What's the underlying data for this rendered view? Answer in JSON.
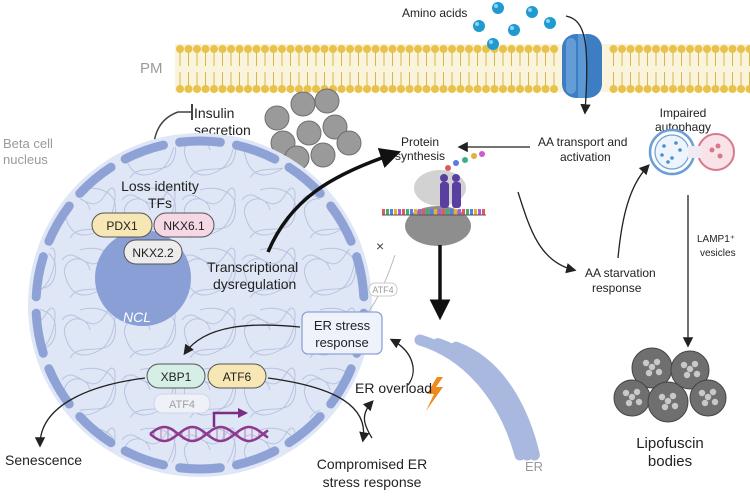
{
  "labels": {
    "amino_acids": "Amino acids",
    "pm": "PM",
    "insulin_line1": "Insulin",
    "insulin_line2": "secretion",
    "beta_line1": "Beta cell",
    "beta_line2": "nucleus",
    "loss_line1": "Loss identity",
    "loss_line2": "TFs",
    "ncl": "NCL",
    "transcr_line1": "Transcriptional",
    "transcr_line2": "dysregulation",
    "protein_line1": "Protein",
    "protein_line2": "synthesis",
    "aa_transport_line1": "AA transport and",
    "aa_transport_line2": "activation",
    "impaired_line1": "Impaired",
    "impaired_line2": "autophagy",
    "aa_starv_line1": "AA starvation",
    "aa_starv_line2": "response",
    "lamp1_line1": "LAMP1⁺",
    "lamp1_line2": "vesicles",
    "lipo_line1": "Lipofuscin",
    "lipo_line2": "bodies",
    "er_stress_line1": "ER stress",
    "er_stress_line2": "response",
    "atf4_top": "ATF4",
    "er_overload": "ER overload",
    "er": "ER",
    "compromised_line1": "Compromised ER",
    "compromised_line2": "stress response",
    "senescence": "Senescence",
    "atf4_nucleus": "ATF4"
  },
  "tfs": {
    "pdx1": "PDX1",
    "nkx61": "NKX6.1",
    "nkx22": "NKX2.2",
    "xbp1": "XBP1",
    "atf6": "ATF6"
  },
  "colors": {
    "membrane_head": "#e8c24a",
    "nucleus_fill": "#dfe6f5",
    "nucleus_edge": "#8ea2d6",
    "ncl": "#8a9fd6",
    "tf_yellow": "#f7e7b4",
    "tf_pink": "#f6d7e4",
    "tf_grey": "#ececec",
    "tf_green": "#d6efe6",
    "dna": "#8b3a8f",
    "amino_acid": "#1f9bd1",
    "granule": "#9a9a9a",
    "er_fill": "#a9b8de",
    "lightning": "#f08a1c"
  }
}
